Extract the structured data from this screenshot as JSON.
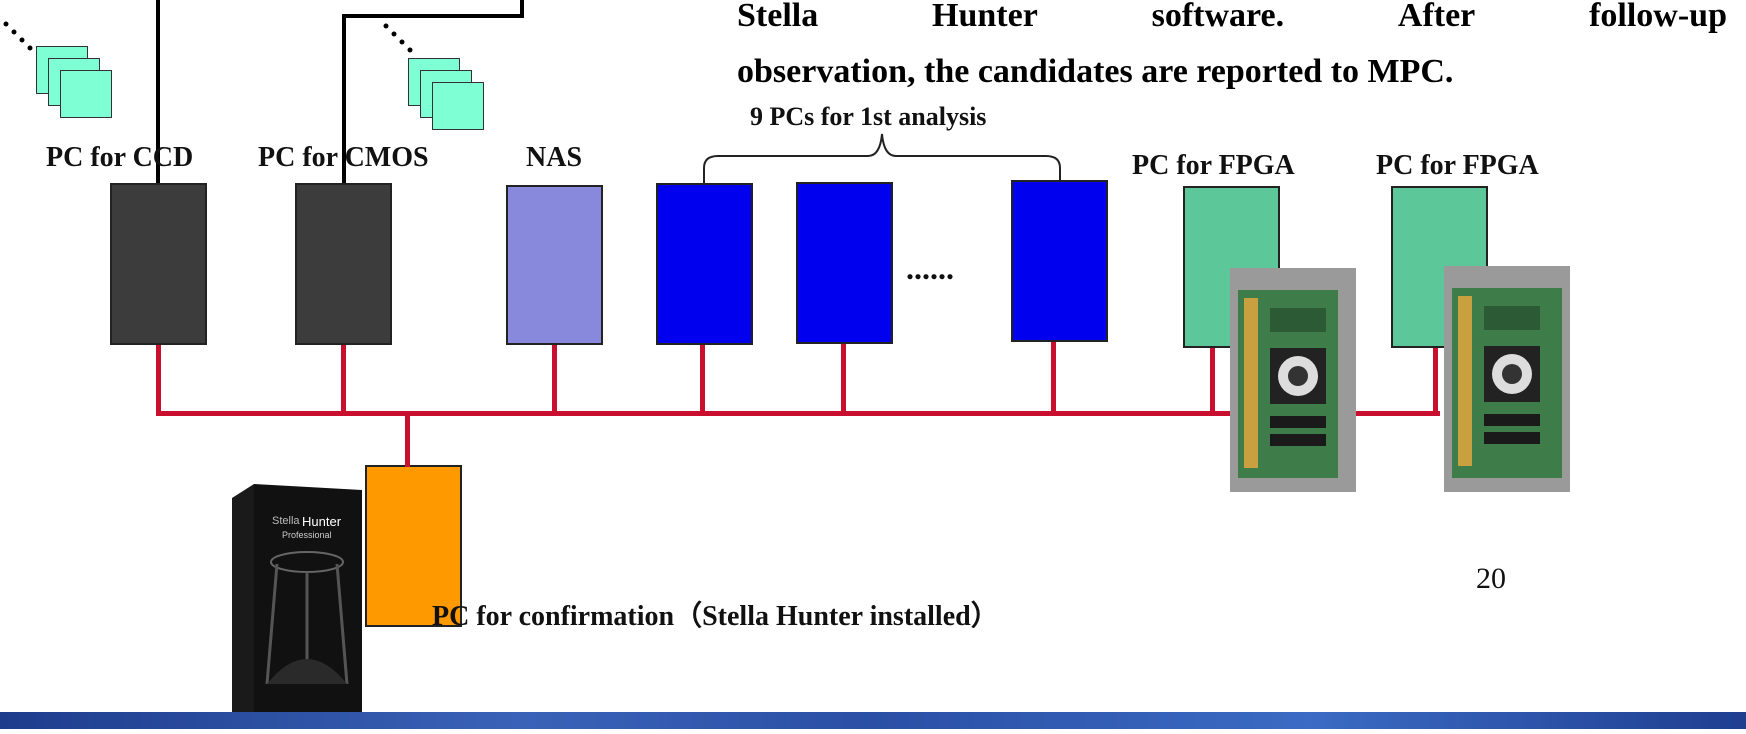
{
  "header_text": {
    "line1_words": [
      "Stella",
      "Hunter",
      "software.",
      "After",
      "follow-up"
    ],
    "line2": "observation, the candidates are reported to MPC."
  },
  "labels": {
    "pc_ccd": "PC for CCD",
    "pc_cmos": "PC for CMOS",
    "nas": "NAS",
    "analysis_group": "9 PCs for 1st analysis",
    "ellipsis": "......",
    "pc_fpga_1": "PC for FPGA",
    "pc_fpga_2": "PC for FPGA",
    "confirmation": "PC for confirmation（Stella Hunter installed）",
    "page_number": "20",
    "software_box_title": "StellaHunter",
    "software_box_subtitle": "Professional"
  },
  "colors": {
    "pc_dark": "#3c3c3c",
    "nas": "#8888dd",
    "analysis_pc": "#0000ee",
    "fpga_pc": "#5cc89a",
    "confirmation_pc": "#ff9900",
    "lan_wire": "#c8102e",
    "image_stack": "#7fffd4"
  },
  "icons": {
    "image_stack": "image-stack-icon",
    "fpga_board": "fpga-board-icon",
    "software_box": "software-box-icon"
  }
}
